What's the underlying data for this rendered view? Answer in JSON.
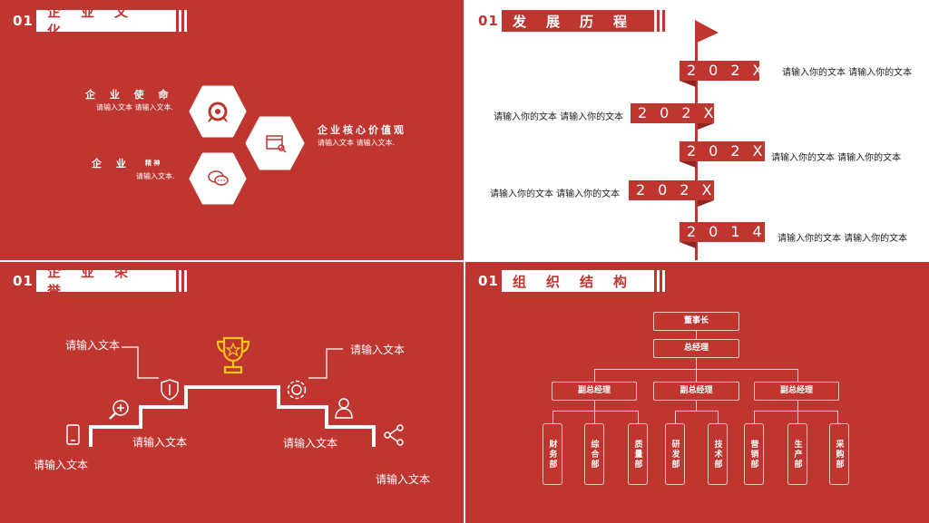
{
  "q1": {
    "num": "01",
    "title": "企业文化",
    "mission_title": "企 业 使 命",
    "mission_text": "请输入文本  请输入文本.",
    "values_title": "企业核心价值观",
    "values_text": "请输入文本   请输入文本.",
    "spirit_title": "企  业",
    "spirit_title_small": "精 神",
    "spirit_text": "请输入文本."
  },
  "q2": {
    "num": "01",
    "title": "发展历程",
    "items": [
      {
        "year": "202X",
        "text": "请输入你的文本  请输入你的文本"
      },
      {
        "year": "202X",
        "text": "请输入你的文本  请输入你的文本"
      },
      {
        "year": "202X",
        "text": "请输入你的文本  请输入你的文本"
      },
      {
        "year": "202X",
        "text": "请输入你的文本  请输入你的文本"
      },
      {
        "year": "2014",
        "text": "请输入你的文本  请输入你的文本"
      }
    ]
  },
  "q3": {
    "num": "01",
    "title": "企业荣誉",
    "labels": [
      "请输入文本",
      "请输入文本",
      "请输入文本",
      "请输入文本",
      "请输入文本",
      "请输入文本"
    ],
    "icons": [
      "phone-icon",
      "search-plus-icon",
      "shield-icon",
      "trophy-icon",
      "gear-icon",
      "user-icon",
      "share-icon"
    ],
    "trophy_color": "#f5c518"
  },
  "q4": {
    "num": "01",
    "title": "组织结构",
    "chairman": "董事长",
    "gm": "总经理",
    "vps": [
      "副总经理",
      "副总经理",
      "副总经理"
    ],
    "depts": [
      "财务部",
      "综合部",
      "质量部",
      "研发部",
      "技术部",
      "营销部",
      "生产部",
      "采购部"
    ]
  },
  "colors": {
    "brand_red": "#bf3530",
    "white": "#ffffff"
  }
}
